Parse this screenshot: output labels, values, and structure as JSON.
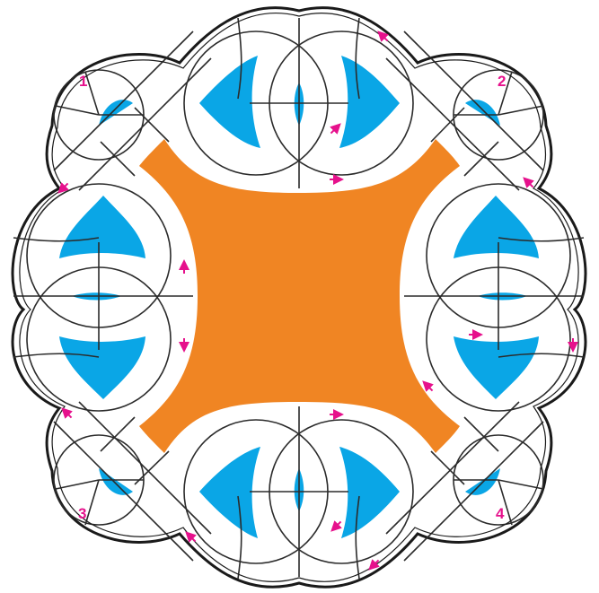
{
  "colors": {
    "board_background": "#ffffff",
    "grid_line": "#2b2b2b",
    "center_area": "#f08523",
    "water_area": "#0aa6e6",
    "arrow": "#e6118c",
    "label": "#e6118c"
  },
  "center": {
    "name": "center-area"
  },
  "corner_labels": [
    "1",
    "2",
    "3",
    "4"
  ],
  "arrows": [
    {
      "id": "arrow-top-1",
      "icon": "arrow-icon",
      "direction": "up-left"
    },
    {
      "id": "arrow-top-2",
      "icon": "arrow-icon",
      "direction": "up-right"
    },
    {
      "id": "arrow-top-3",
      "icon": "arrow-icon",
      "direction": "right"
    },
    {
      "id": "arrow-left-1",
      "icon": "arrow-icon",
      "direction": "down-left"
    },
    {
      "id": "arrow-left-2",
      "icon": "arrow-icon",
      "direction": "up"
    },
    {
      "id": "arrow-left-3",
      "icon": "arrow-icon",
      "direction": "down"
    },
    {
      "id": "arrow-left-4",
      "icon": "arrow-icon",
      "direction": "up-left"
    },
    {
      "id": "arrow-right-1",
      "icon": "arrow-icon",
      "direction": "up-left"
    },
    {
      "id": "arrow-right-2",
      "icon": "arrow-icon",
      "direction": "right"
    },
    {
      "id": "arrow-right-3",
      "icon": "arrow-icon",
      "direction": "down"
    },
    {
      "id": "arrow-right-4",
      "icon": "arrow-icon",
      "direction": "up-left"
    },
    {
      "id": "arrow-bottom-1",
      "icon": "arrow-icon",
      "direction": "right"
    },
    {
      "id": "arrow-bottom-2",
      "icon": "arrow-icon",
      "direction": "down-left"
    },
    {
      "id": "arrow-bottom-3",
      "icon": "arrow-icon",
      "direction": "up-left"
    },
    {
      "id": "arrow-bottom-4",
      "icon": "arrow-icon",
      "direction": "down-left"
    }
  ]
}
